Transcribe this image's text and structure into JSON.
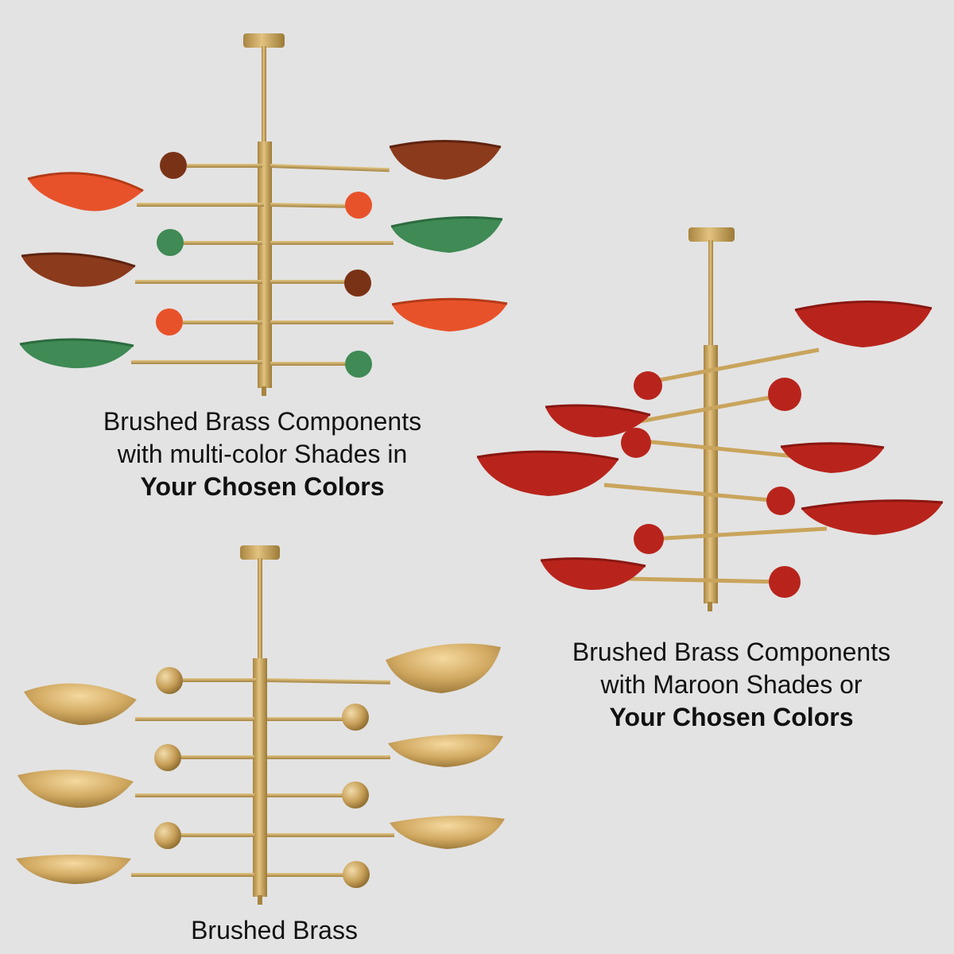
{
  "captions": {
    "multicolor": {
      "line1": "Brushed Brass Components",
      "line2": "with multi-color Shades in",
      "line3": "Your Chosen Colors"
    },
    "maroon": {
      "line1": "Brushed Brass Components",
      "line2": "with Maroon Shades or",
      "line3": "Your Chosen Colors"
    },
    "brass": {
      "line1": "Brushed Brass"
    }
  },
  "colors": {
    "background": "#e3e3e3",
    "brass": "#c9a45c",
    "brass_dark": "#a8843f",
    "orange": "#e8522a",
    "rust": "#8b3a1c",
    "green": "#3f8a55",
    "maroon": "#b8241c"
  }
}
